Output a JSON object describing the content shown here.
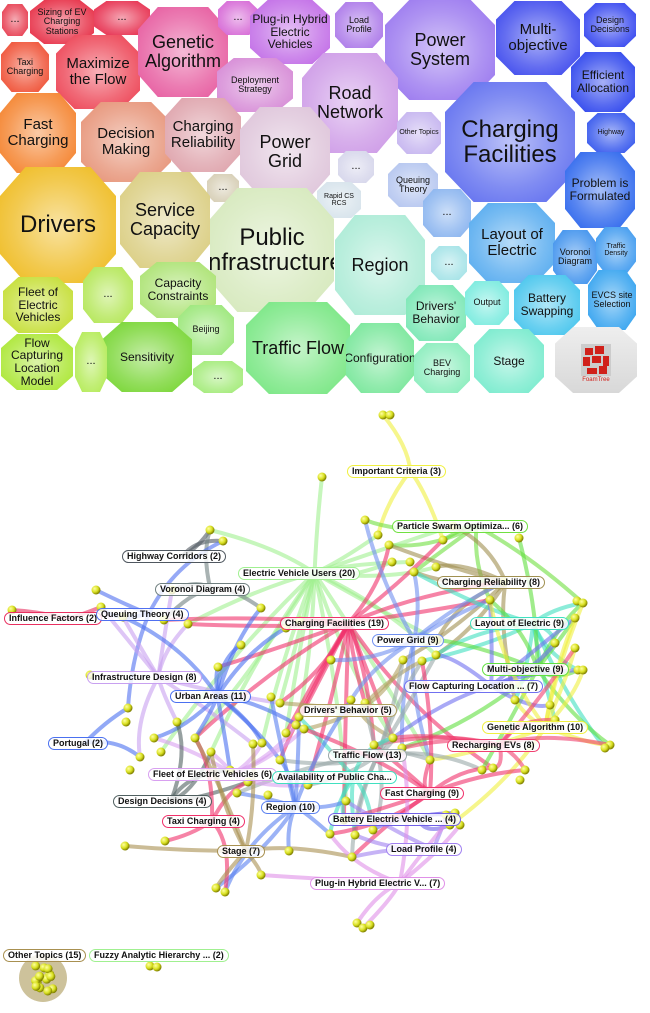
{
  "treemap": {
    "cells": [
      {
        "label": "...",
        "color": "#e8485a"
      },
      {
        "label": "Sizing of EV Charging Stations",
        "color": "#e83a50"
      },
      {
        "label": "...",
        "color": "#e83a58"
      },
      {
        "label": "Taxi Charging",
        "color": "#f05a40"
      },
      {
        "label": "Maximize the Flow",
        "color": "#ee5060"
      },
      {
        "label": "Genetic Algorithm",
        "color": "#e865a5"
      },
      {
        "label": "...",
        "color": "#d870d8"
      },
      {
        "label": "Plug-in Hybrid Electric Vehicles",
        "color": "#c575e8"
      },
      {
        "label": "Deployment Strategy",
        "color": "#d890d8"
      },
      {
        "label": "Load Profile",
        "color": "#b080ea"
      },
      {
        "label": "Power System",
        "color": "#a080f0"
      },
      {
        "label": "Multi-objective",
        "color": "#4a55ee"
      },
      {
        "label": "Design Decisions",
        "color": "#4050f0"
      },
      {
        "label": "Efficient Allocation",
        "color": "#3a50ee"
      },
      {
        "label": "Highway",
        "color": "#4060ee"
      },
      {
        "label": "Charging Facilities",
        "color": "#6a78f0"
      },
      {
        "label": "Road Network",
        "color": "#d0a0e8"
      },
      {
        "label": "Other Topics",
        "color": "#c8b8f0"
      },
      {
        "label": "Fast Charging",
        "color": "#f58a3a"
      },
      {
        "label": "Decision Making",
        "color": "#e89a80"
      },
      {
        "label": "Charging Reliability",
        "color": "#e0a8b0"
      },
      {
        "label": "Power Grid",
        "color": "#e0c8dc"
      },
      {
        "label": "...",
        "color": "#d8d8ec"
      },
      {
        "label": "Queuing Theory",
        "color": "#b8c8f0"
      },
      {
        "label": "...",
        "color": "#90b8f0"
      },
      {
        "label": "Problem is Formulated",
        "color": "#3a70ee"
      },
      {
        "label": "Rapid CS RCS",
        "color": "#d8e4ec"
      },
      {
        "label": "...",
        "color": "#d8d0b8"
      },
      {
        "label": "Drivers",
        "color": "#f0c030"
      },
      {
        "label": "Service Capacity",
        "color": "#dcd088"
      },
      {
        "label": "Public Infrastructure",
        "color": "#d8eac0"
      },
      {
        "label": "Region",
        "color": "#b0ecd8"
      },
      {
        "label": "...",
        "color": "#a8e4e8"
      },
      {
        "label": "Layout of Electric",
        "color": "#60b0f0"
      },
      {
        "label": "Voronoi Diagram",
        "color": "#4a98ee"
      },
      {
        "label": "Traffic Density",
        "color": "#4aa0f0"
      },
      {
        "label": "Fleet of Electric Vehicles",
        "color": "#c8e040"
      },
      {
        "label": "...",
        "color": "#b8e860"
      },
      {
        "label": "Capacity Constraints",
        "color": "#b0e47a"
      },
      {
        "label": "Beijing",
        "color": "#a0e880"
      },
      {
        "label": "Sensitivity",
        "color": "#80d840"
      },
      {
        "label": "Traffic Flow",
        "color": "#80e88a"
      },
      {
        "label": "Configuration",
        "color": "#80e8a0"
      },
      {
        "label": "Drivers' Behavior",
        "color": "#80e8b8"
      },
      {
        "label": "Output",
        "color": "#80ece0"
      },
      {
        "label": "Battery Swapping",
        "color": "#50c8ee"
      },
      {
        "label": "EVCS site Selection",
        "color": "#40a8f0"
      },
      {
        "label": "Flow Capturing Location Model",
        "color": "#b0e840"
      },
      {
        "label": "...",
        "color": "#b8ec60"
      },
      {
        "label": "...",
        "color": "#a8ec80"
      },
      {
        "label": "BEV Charging",
        "color": "#90eec0"
      },
      {
        "label": "Stage",
        "color": "#80ecd0"
      }
    ],
    "logo": {
      "text": "FoamTree",
      "color": "#d0201a"
    }
  },
  "network": {
    "node_color": "#d8e020",
    "clusters": [
      {
        "label": "Important Criteria (3)",
        "color": "#f0f040",
        "count": 3
      },
      {
        "label": "Particle Swarm Optimiza... (6)",
        "color": "#70e040",
        "count": 6
      },
      {
        "label": "Highway Corridors (2)",
        "color": "#505860",
        "count": 2
      },
      {
        "label": "Electric Vehicle Users (20)",
        "color": "#a0f090",
        "count": 20
      },
      {
        "label": "Charging Reliability (8)",
        "color": "#a09050",
        "count": 8
      },
      {
        "label": "Voronoi Diagram (4)",
        "color": "#708080",
        "count": 4
      },
      {
        "label": "Influence Factors (2)",
        "color": "#e83060",
        "count": 2
      },
      {
        "label": "Queuing Theory (4)",
        "color": "#5070f0",
        "count": 4
      },
      {
        "label": "Charging Facilities (19)",
        "color": "#f0306a",
        "count": 19
      },
      {
        "label": "Power Grid (9)",
        "color": "#7090f0",
        "count": 9
      },
      {
        "label": "Layout of Electric (9)",
        "color": "#40e0c0",
        "count": 9
      },
      {
        "label": "Multi-objective (9)",
        "color": "#60e040",
        "count": 9
      },
      {
        "label": "Infrastructure Design (8)",
        "color": "#c8a0f0",
        "count": 8
      },
      {
        "label": "Flow Capturing Location ... (7)",
        "color": "#7070f0",
        "count": 7
      },
      {
        "label": "Urban Areas (11)",
        "color": "#4a70f0",
        "count": 11
      },
      {
        "label": "Drivers' Behavior (5)",
        "color": "#b0a060",
        "count": 5
      },
      {
        "label": "Genetic Algorithm (10)",
        "color": "#f0f040",
        "count": 10
      },
      {
        "label": "Portugal (2)",
        "color": "#4a70f0",
        "count": 2
      },
      {
        "label": "Recharging EVs (8)",
        "color": "#f04070",
        "count": 8
      },
      {
        "label": "Traffic Flow (13)",
        "color": "#9aa8a8",
        "count": 13
      },
      {
        "label": "Fleet of Electric Vehicles (6)",
        "color": "#d8a0f0",
        "count": 6
      },
      {
        "label": "Availability of Public Cha...",
        "color": "#40e0c0",
        "count": 6
      },
      {
        "label": "Fast Charging (9)",
        "color": "#f0306a",
        "count": 9
      },
      {
        "label": "Design Decisions (4)",
        "color": "#506060",
        "count": 4
      },
      {
        "label": "Region (10)",
        "color": "#5a80f0",
        "count": 10
      },
      {
        "label": "Battery Electric Vehicle ... (4)",
        "color": "#7060e8",
        "count": 4
      },
      {
        "label": "Taxi Charging (4)",
        "color": "#f0306a",
        "count": 4
      },
      {
        "label": "Load Profile (4)",
        "color": "#a080f0",
        "count": 4
      },
      {
        "label": "Stage (7)",
        "color": "#a89050",
        "count": 7
      },
      {
        "label": "Plug-in Hybrid Electric V... (7)",
        "color": "#e090e8",
        "count": 7
      },
      {
        "label": "Other Topics (15)",
        "color": "#a89050",
        "count": 15
      },
      {
        "label": "Fuzzy Analytic Hierarchy ... (2)",
        "color": "#a0f090",
        "count": 2
      }
    ]
  }
}
